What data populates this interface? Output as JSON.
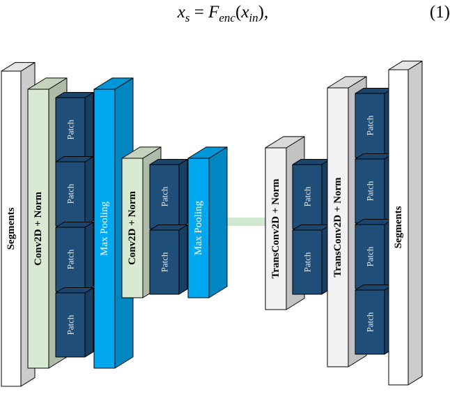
{
  "equation": {
    "lhs": "x",
    "lhs_sub": "s",
    "equals": " = ",
    "func": "F",
    "func_sub": "enc",
    "arg": "x",
    "arg_sub": "in",
    "tail": "),",
    "number": "(1)"
  },
  "labels": {
    "segments": "Segments",
    "conv_norm": "Conv2D + Norm",
    "max_pooling": "Max Pooling",
    "patch": "Patch",
    "trans_conv_norm": "TransConv2D + Norm"
  },
  "colors": {
    "segments_fill": "#ffffff",
    "conv_fill": "#d9ead3",
    "patch_fill": "#1f4e79",
    "pool_fill": "#00a8f0",
    "trans_fill": "#f2f2f2",
    "connector": "#cfe8cf",
    "outline": "#000000"
  }
}
